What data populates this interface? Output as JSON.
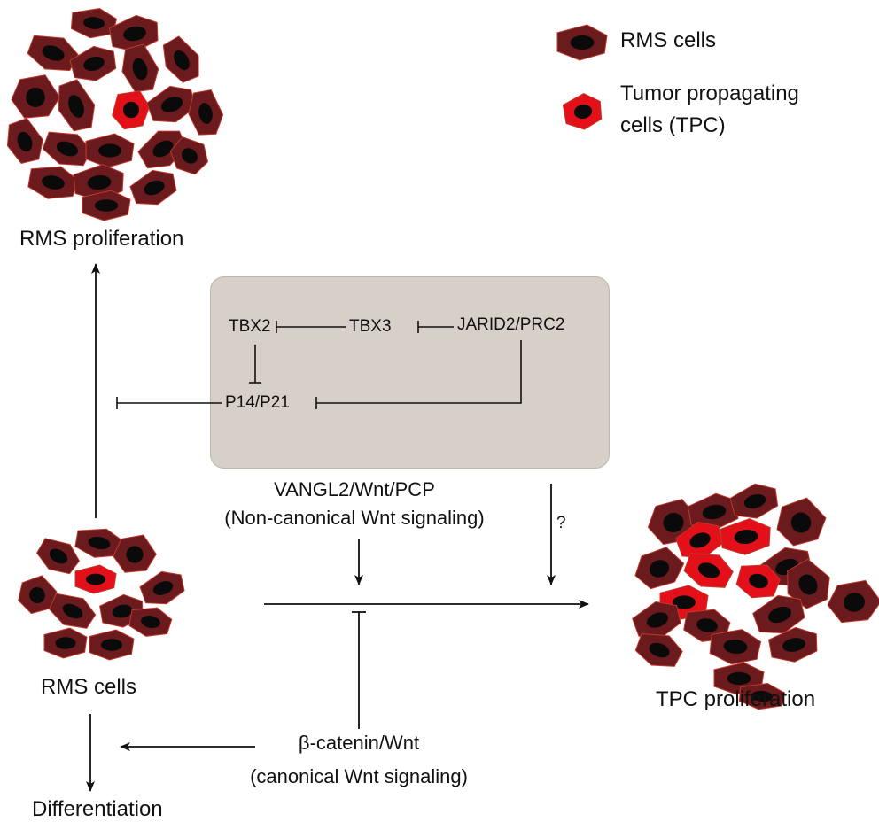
{
  "legend": {
    "rms_label": "RMS cells",
    "tpc_label_line1": "Tumor propagating",
    "tpc_label_line2": "cells (TPC)"
  },
  "clusters": {
    "top_label": "RMS proliferation",
    "small_label": "RMS cells",
    "right_label": "TPC proliferation"
  },
  "pathway": {
    "tbx2": "TBX2",
    "tbx3": "TBX3",
    "jarid2": "JARID2/PRC2",
    "p14": "P14/P21"
  },
  "noncanonical": {
    "line1": "VANGL2/Wnt/PCP",
    "line2": "(Non-canonical Wnt signaling)",
    "question": "?"
  },
  "canonical": {
    "line1": "β-catenin/Wnt",
    "line2": "(canonical Wnt signaling)"
  },
  "outcome": {
    "differentiation": "Differentiation"
  },
  "colors": {
    "rms_fill": "#6b1a1e",
    "rms_stroke": "#c0392b",
    "tpc_fill": "#e3101a",
    "nucleus": "#0a0a0a",
    "box_fill": "#d6d0c9",
    "arrow": "#111111"
  }
}
